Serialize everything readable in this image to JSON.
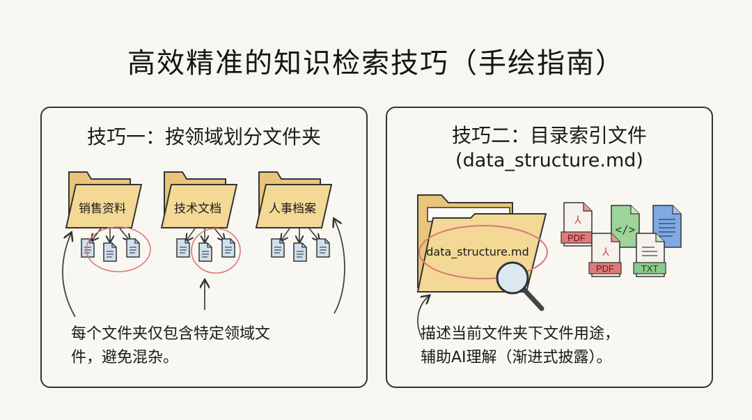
{
  "title": "高效精准的知识检索技巧（手绘指南）",
  "colors": {
    "background": "#f7f6f0",
    "folder": "#f0d48e",
    "folder_dark": "#e2bd6c",
    "doc": "#cfe0ee",
    "circle": "#d9777a",
    "pdf": "#e07a7a",
    "code": "#9ed49a",
    "txt": "#8cc98a",
    "blue_doc": "#6f9fe0"
  },
  "panels": [
    {
      "title": "技巧一：按领域划分文件夹",
      "folders": [
        {
          "label": "销售资料",
          "docs": 3,
          "highlighted": true
        },
        {
          "label": "技术文档",
          "docs": 3,
          "highlighted": true
        },
        {
          "label": "人事档案",
          "docs": 3,
          "highlighted": false
        }
      ],
      "description_lines": [
        "每个文件夹仅包含特定领域文",
        "件，避免混杂。"
      ]
    },
    {
      "title": "技巧二：目录索引文件",
      "subtitle": "(data_structure.md)",
      "folder_label": "data_structure.md",
      "file_icons": [
        {
          "type": "pdf-icon",
          "label": "PDF"
        },
        {
          "type": "code-icon",
          "label": "</>"
        },
        {
          "type": "text-doc-icon",
          "label": ""
        },
        {
          "type": "pdf-icon",
          "label": "PDF"
        },
        {
          "type": "txt-icon",
          "label": "TXT"
        }
      ],
      "description_lines": [
        "描述当前文件夹下文件用途，",
        "辅助AI理解（渐进式披露）。"
      ]
    }
  ]
}
